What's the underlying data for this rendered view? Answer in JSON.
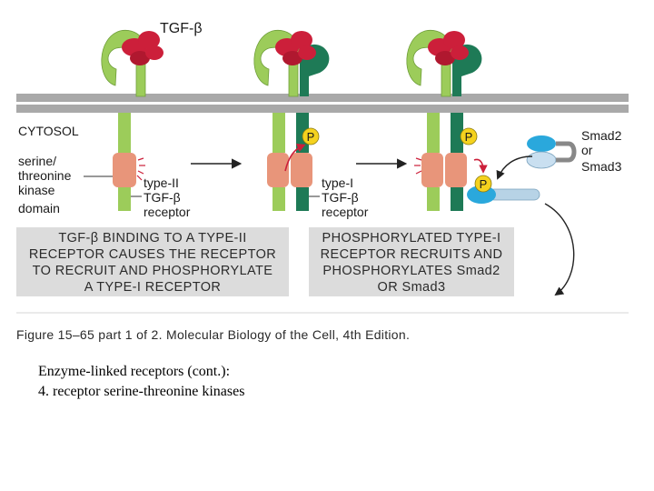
{
  "labels": {
    "ligand": "TGF-β",
    "cytosol": "CYTOSOL",
    "kinase_domain": [
      "serine/",
      "threonine",
      "kinase",
      "domain"
    ],
    "type2_receptor": [
      "type-II",
      "TGF-β",
      "receptor"
    ],
    "type1_receptor": [
      "type-I",
      "TGF-β",
      "receptor"
    ],
    "phosphate": "P",
    "smad": [
      "Smad2",
      "or",
      "Smad3"
    ]
  },
  "caption_boxes": [
    {
      "lines": [
        "TGF-β BINDING TO A TYPE-II",
        "RECEPTOR CAUSES THE RECEPTOR",
        "TO RECRUIT AND PHOSPHORYLATE",
        "A TYPE-I RECEPTOR"
      ]
    },
    {
      "lines": [
        "PHOSPHORYLATED TYPE-I",
        "RECEPTOR RECRUITS AND",
        "PHOSPHORYLATES Smad2",
        "OR Smad3"
      ]
    }
  ],
  "figure_caption": "Figure 15–65 part 1 of 2. Molecular Biology of the Cell, 4th Edition.",
  "notes": [
    "Enzyme-linked receptors (cont.):",
    "4.  receptor serine-threonine kinases"
  ],
  "colors": {
    "type2_green": "#9ccc5a",
    "type1_green": "#1e7a56",
    "ligand_red": "#cc1f3a",
    "membrane": "#a9a9a9",
    "kinase_salmon": "#e8957a",
    "phosphate_yellow": "#f5d21e",
    "smad_blue": "#2aa8dc",
    "caption_box_gray": "#dcdcdc"
  }
}
